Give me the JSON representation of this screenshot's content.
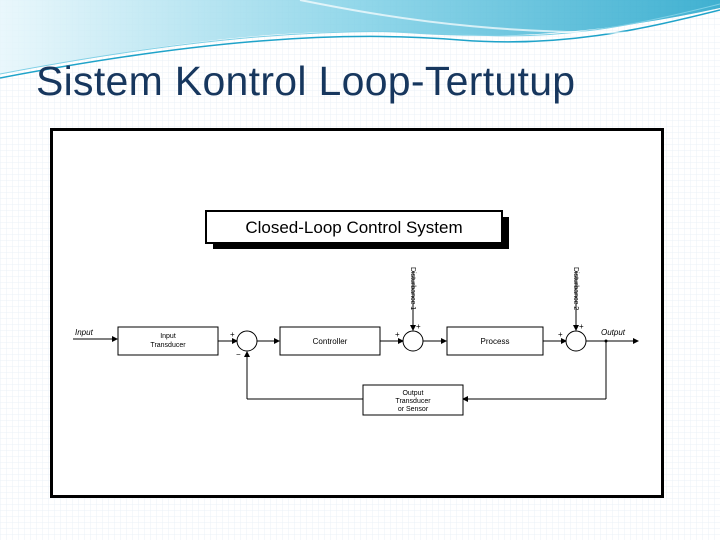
{
  "slide": {
    "title": "Sistem Kontrol Loop-Tertutup"
  },
  "diagram": {
    "heading": "Closed-Loop Control System",
    "input_label": "Input",
    "output_label": "Output",
    "blocks": {
      "input_transducer": [
        "Input",
        "Transducer"
      ],
      "controller": "Controller",
      "process": "Process",
      "output_transducer": [
        "Output",
        "Transducer",
        "or Sensor"
      ]
    },
    "disturbances": {
      "one": "Disturbance 1",
      "two": "Disturbance 2"
    },
    "signs": {
      "plus": "+",
      "minus": "−"
    }
  },
  "colors": {
    "title": "#17375e",
    "wave_dark": "#1fa3c9",
    "wave_light": "#bfe6f2",
    "line": "#000000"
  }
}
